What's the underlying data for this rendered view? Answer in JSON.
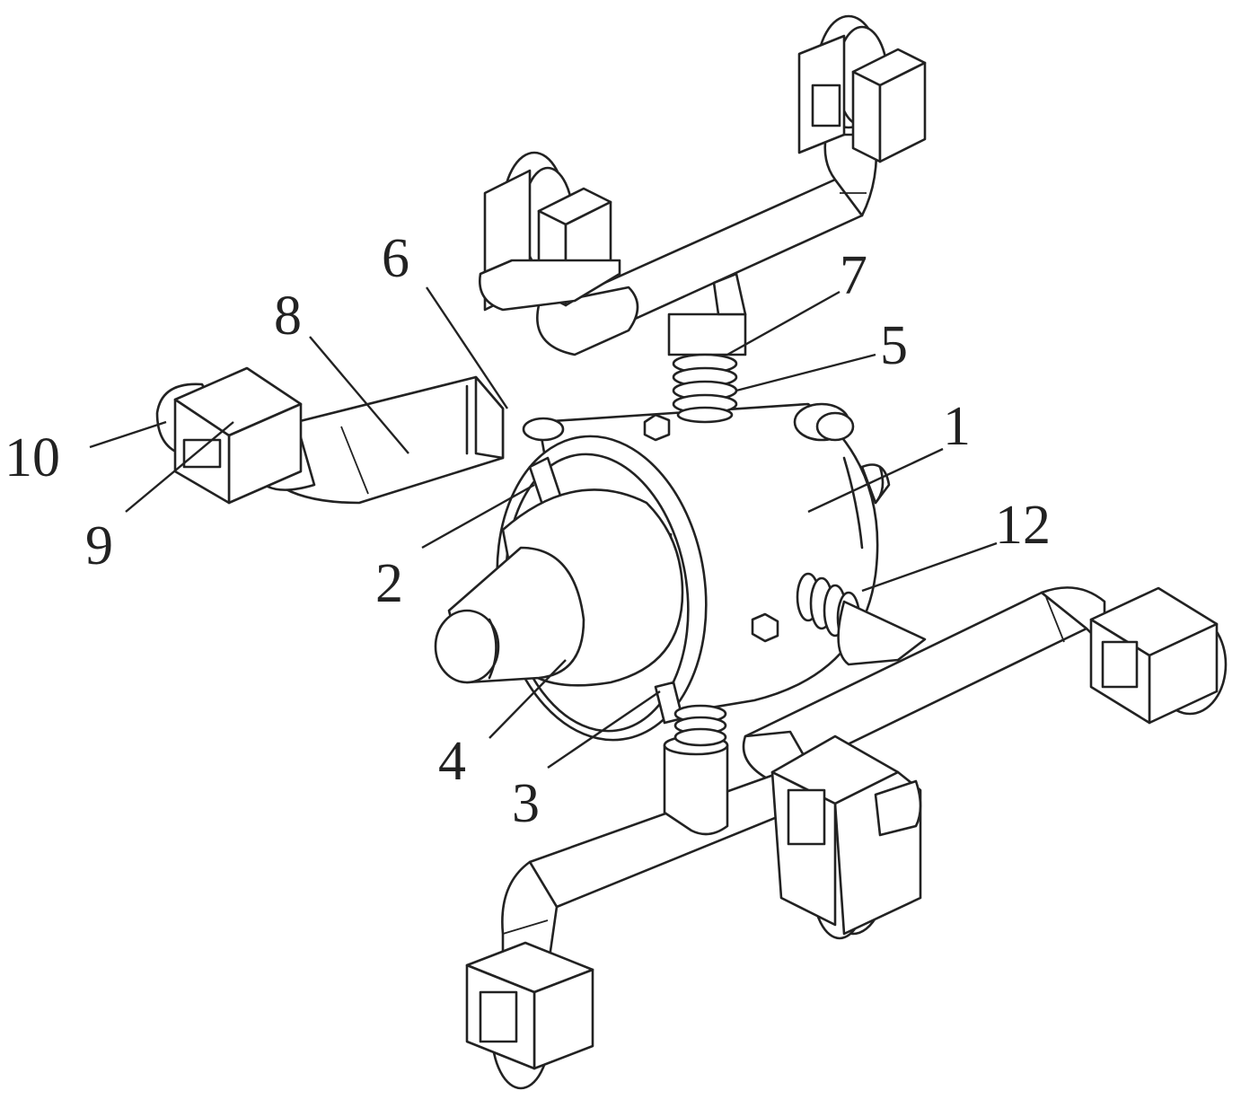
{
  "figure": {
    "labels": {
      "l1": "1",
      "l2": "2",
      "l3": "3",
      "l4": "4",
      "l5": "5",
      "l6": "6",
      "l7": "7",
      "l8": "8",
      "l9": "9",
      "l10": "10",
      "l12": "12"
    },
    "colors": {
      "line": "#222222",
      "background": "#ffffff"
    }
  }
}
